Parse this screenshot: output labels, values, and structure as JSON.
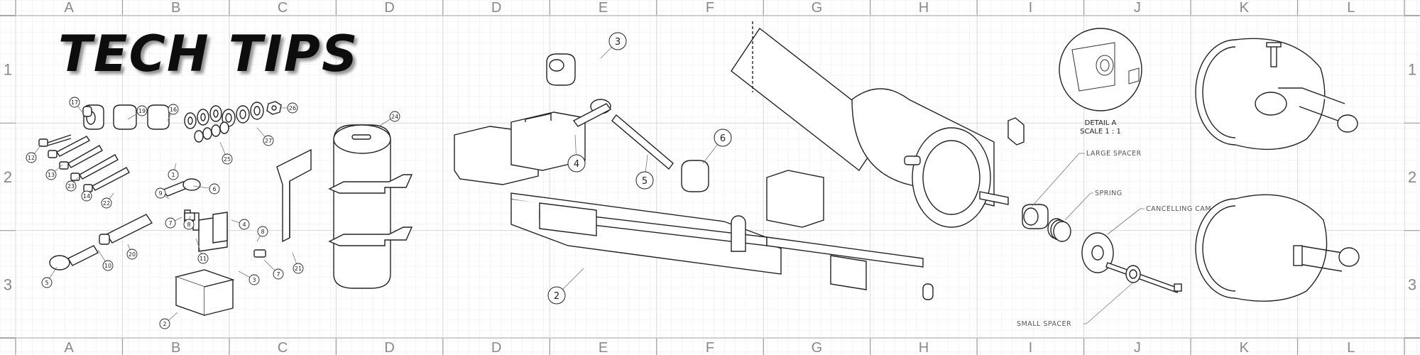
{
  "title": "TECH TIPS",
  "grid": {
    "columns": [
      "A",
      "B",
      "C",
      "D",
      "D",
      "E",
      "F",
      "G",
      "H",
      "I",
      "J",
      "K",
      "L"
    ],
    "rows": [
      "1",
      "2",
      "3"
    ]
  },
  "callouts_left": [
    "17",
    "19",
    "16",
    "26",
    "12",
    "13",
    "23",
    "14",
    "22",
    "27",
    "25",
    "1",
    "24",
    "9",
    "6",
    "7",
    "8",
    "4",
    "5",
    "10",
    "20",
    "11",
    "3",
    "8",
    "7",
    "21",
    "2"
  ],
  "callouts_middle": [
    "3",
    "4",
    "5",
    "6",
    "2"
  ],
  "labels": {
    "large_spacer": "LARGE SPACER",
    "spring": "SPRING",
    "cancelling_cam": "CANCELLING CAM",
    "small_spacer": "SMALL SPACER",
    "detail_a": "DETAIL A",
    "detail_scale": "SCALE 1 : 1"
  }
}
